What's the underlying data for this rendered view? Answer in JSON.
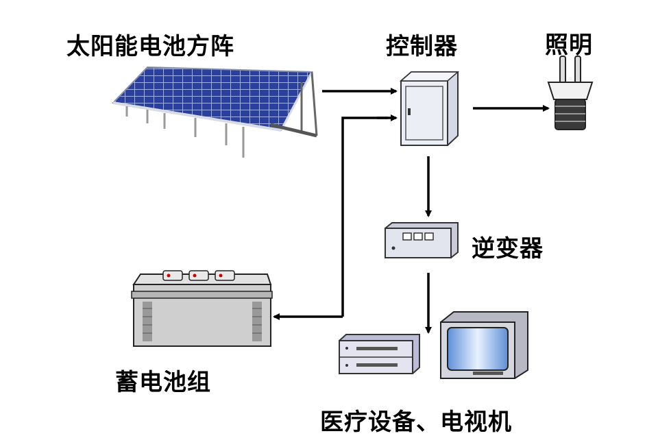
{
  "labels": {
    "solar_array": "太阳能电池方阵",
    "controller": "控制器",
    "lighting": "照明",
    "inverter": "逆变器",
    "battery_bank": "蓄电池组",
    "equipment": "医疗设备、电视机"
  },
  "colors": {
    "panel_cell": "#2a3f9e",
    "panel_frame": "#c9ccd6",
    "cabinet": "#e6e8f2",
    "battery_body": "#c8c8c8",
    "arrow": "#000000",
    "screen": "#8fb6e8"
  }
}
